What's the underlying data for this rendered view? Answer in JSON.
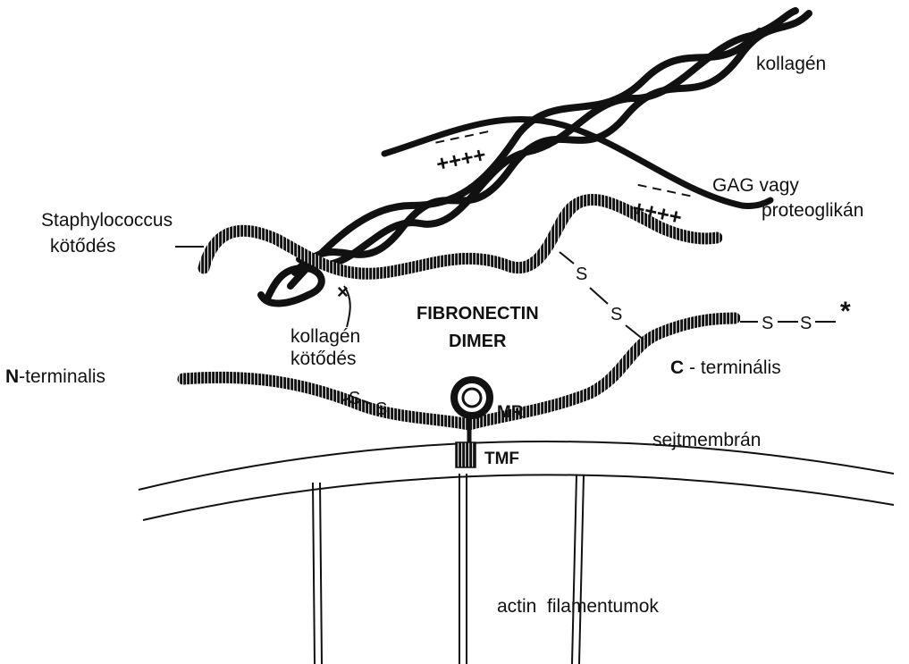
{
  "labels": {
    "collagen": "kollagén",
    "gag_line1": "GAG vagy",
    "gag_line2": "proteoglikán",
    "staph_line1": "Staphylococcus",
    "staph_line2": "kötődés",
    "collagen_binding_line1": "kollagén",
    "collagen_binding_line2": "kötődés",
    "fibronectin_line1": "FIBRONECTIN",
    "fibronectin_line2": "DIMER",
    "n_terminal_bold": "N",
    "n_terminal_rest": "-terminalis",
    "c_terminal_bold": "C",
    "c_terminal_rest": " - terminális",
    "cell_membrane": "sejtmembrán",
    "mr": "MR",
    "tmf": "TMF",
    "actin": "actin  filamentumok",
    "disulfide_s": "S",
    "cross_mark": "×",
    "plus_group": "++++",
    "minus_group": "– – – –",
    "asterisk": "*"
  },
  "colors": {
    "ink": "#111111",
    "background": "#ffffff"
  }
}
